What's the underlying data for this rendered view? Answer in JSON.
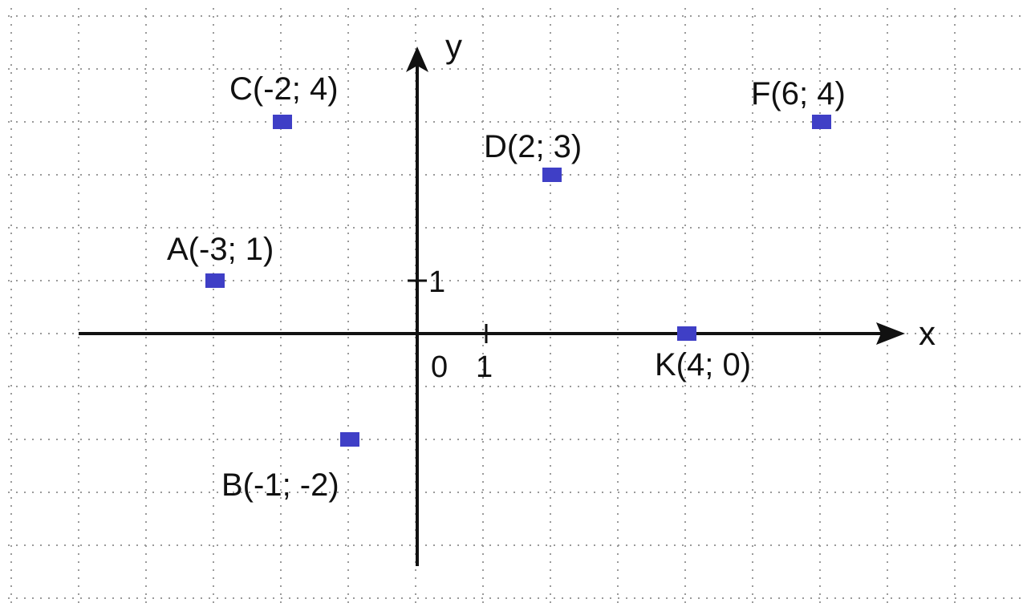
{
  "chart_data": {
    "type": "scatter",
    "title": "",
    "xlabel": "x",
    "ylabel": "y",
    "grid": true,
    "origin_label": "0",
    "x_unit_label": "1",
    "y_unit_label": "1",
    "xlim": [
      -5,
      7
    ],
    "ylim": [
      -4,
      5
    ],
    "point_color": "#3f3fc6",
    "axis_color": "#111111",
    "grid_color": "#9a9a9a",
    "points": [
      {
        "name": "C",
        "x": -2,
        "y": 4,
        "label": "C(-2; 4)"
      },
      {
        "name": "F",
        "x": 6,
        "y": 4,
        "label": "F(6; 4)"
      },
      {
        "name": "D",
        "x": 2,
        "y": 3,
        "label": "D(2; 3)"
      },
      {
        "name": "A",
        "x": -3,
        "y": 1,
        "label": "A(-3; 1)"
      },
      {
        "name": "K",
        "x": 4,
        "y": 0,
        "label": "K(4; 0)"
      },
      {
        "name": "B",
        "x": -1,
        "y": -2,
        "label": "B(-1; -2)"
      }
    ]
  }
}
